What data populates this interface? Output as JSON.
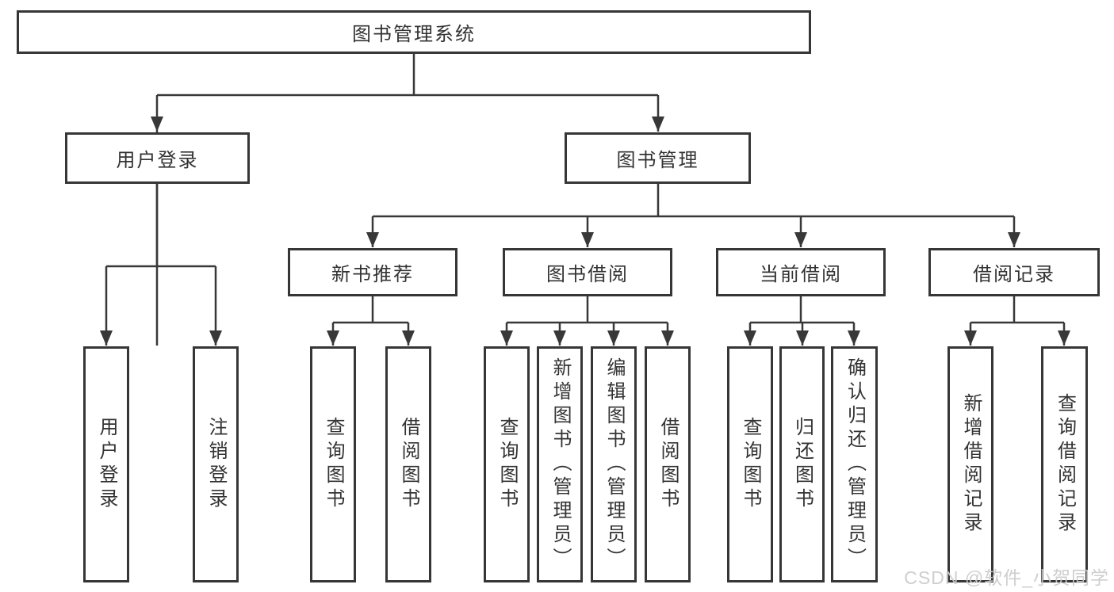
{
  "tree": {
    "root": {
      "label": "图书管理系统"
    },
    "branches": [
      {
        "label": "用户登录",
        "children": [
          {
            "label": "用户登录"
          },
          {
            "label": "注销登录"
          }
        ]
      },
      {
        "label": "图书管理",
        "children": [
          {
            "label": "新书推荐",
            "children": [
              {
                "label": "查询图书"
              },
              {
                "label": "借阅图书"
              }
            ]
          },
          {
            "label": "图书借阅",
            "children": [
              {
                "label": "查询图书"
              },
              {
                "label": "新增图书（管理员）"
              },
              {
                "label": "编辑图书（管理员）"
              },
              {
                "label": "借阅图书"
              }
            ]
          },
          {
            "label": "当前借阅",
            "children": [
              {
                "label": "查询图书"
              },
              {
                "label": "归还图书"
              },
              {
                "label": "确认归还（管理员）"
              }
            ]
          },
          {
            "label": "借阅记录",
            "children": [
              {
                "label": "新增借阅记录"
              },
              {
                "label": "查询借阅记录"
              }
            ]
          }
        ]
      }
    ]
  },
  "watermark": {
    "text": "CSDN @软件_小贺同学"
  },
  "colors": {
    "line": "#383838",
    "box_border": "#363636",
    "box_background": "#ffffff",
    "text": "#333333",
    "watermark": "#cbcbcb",
    "page_background": "#ffffff"
  }
}
